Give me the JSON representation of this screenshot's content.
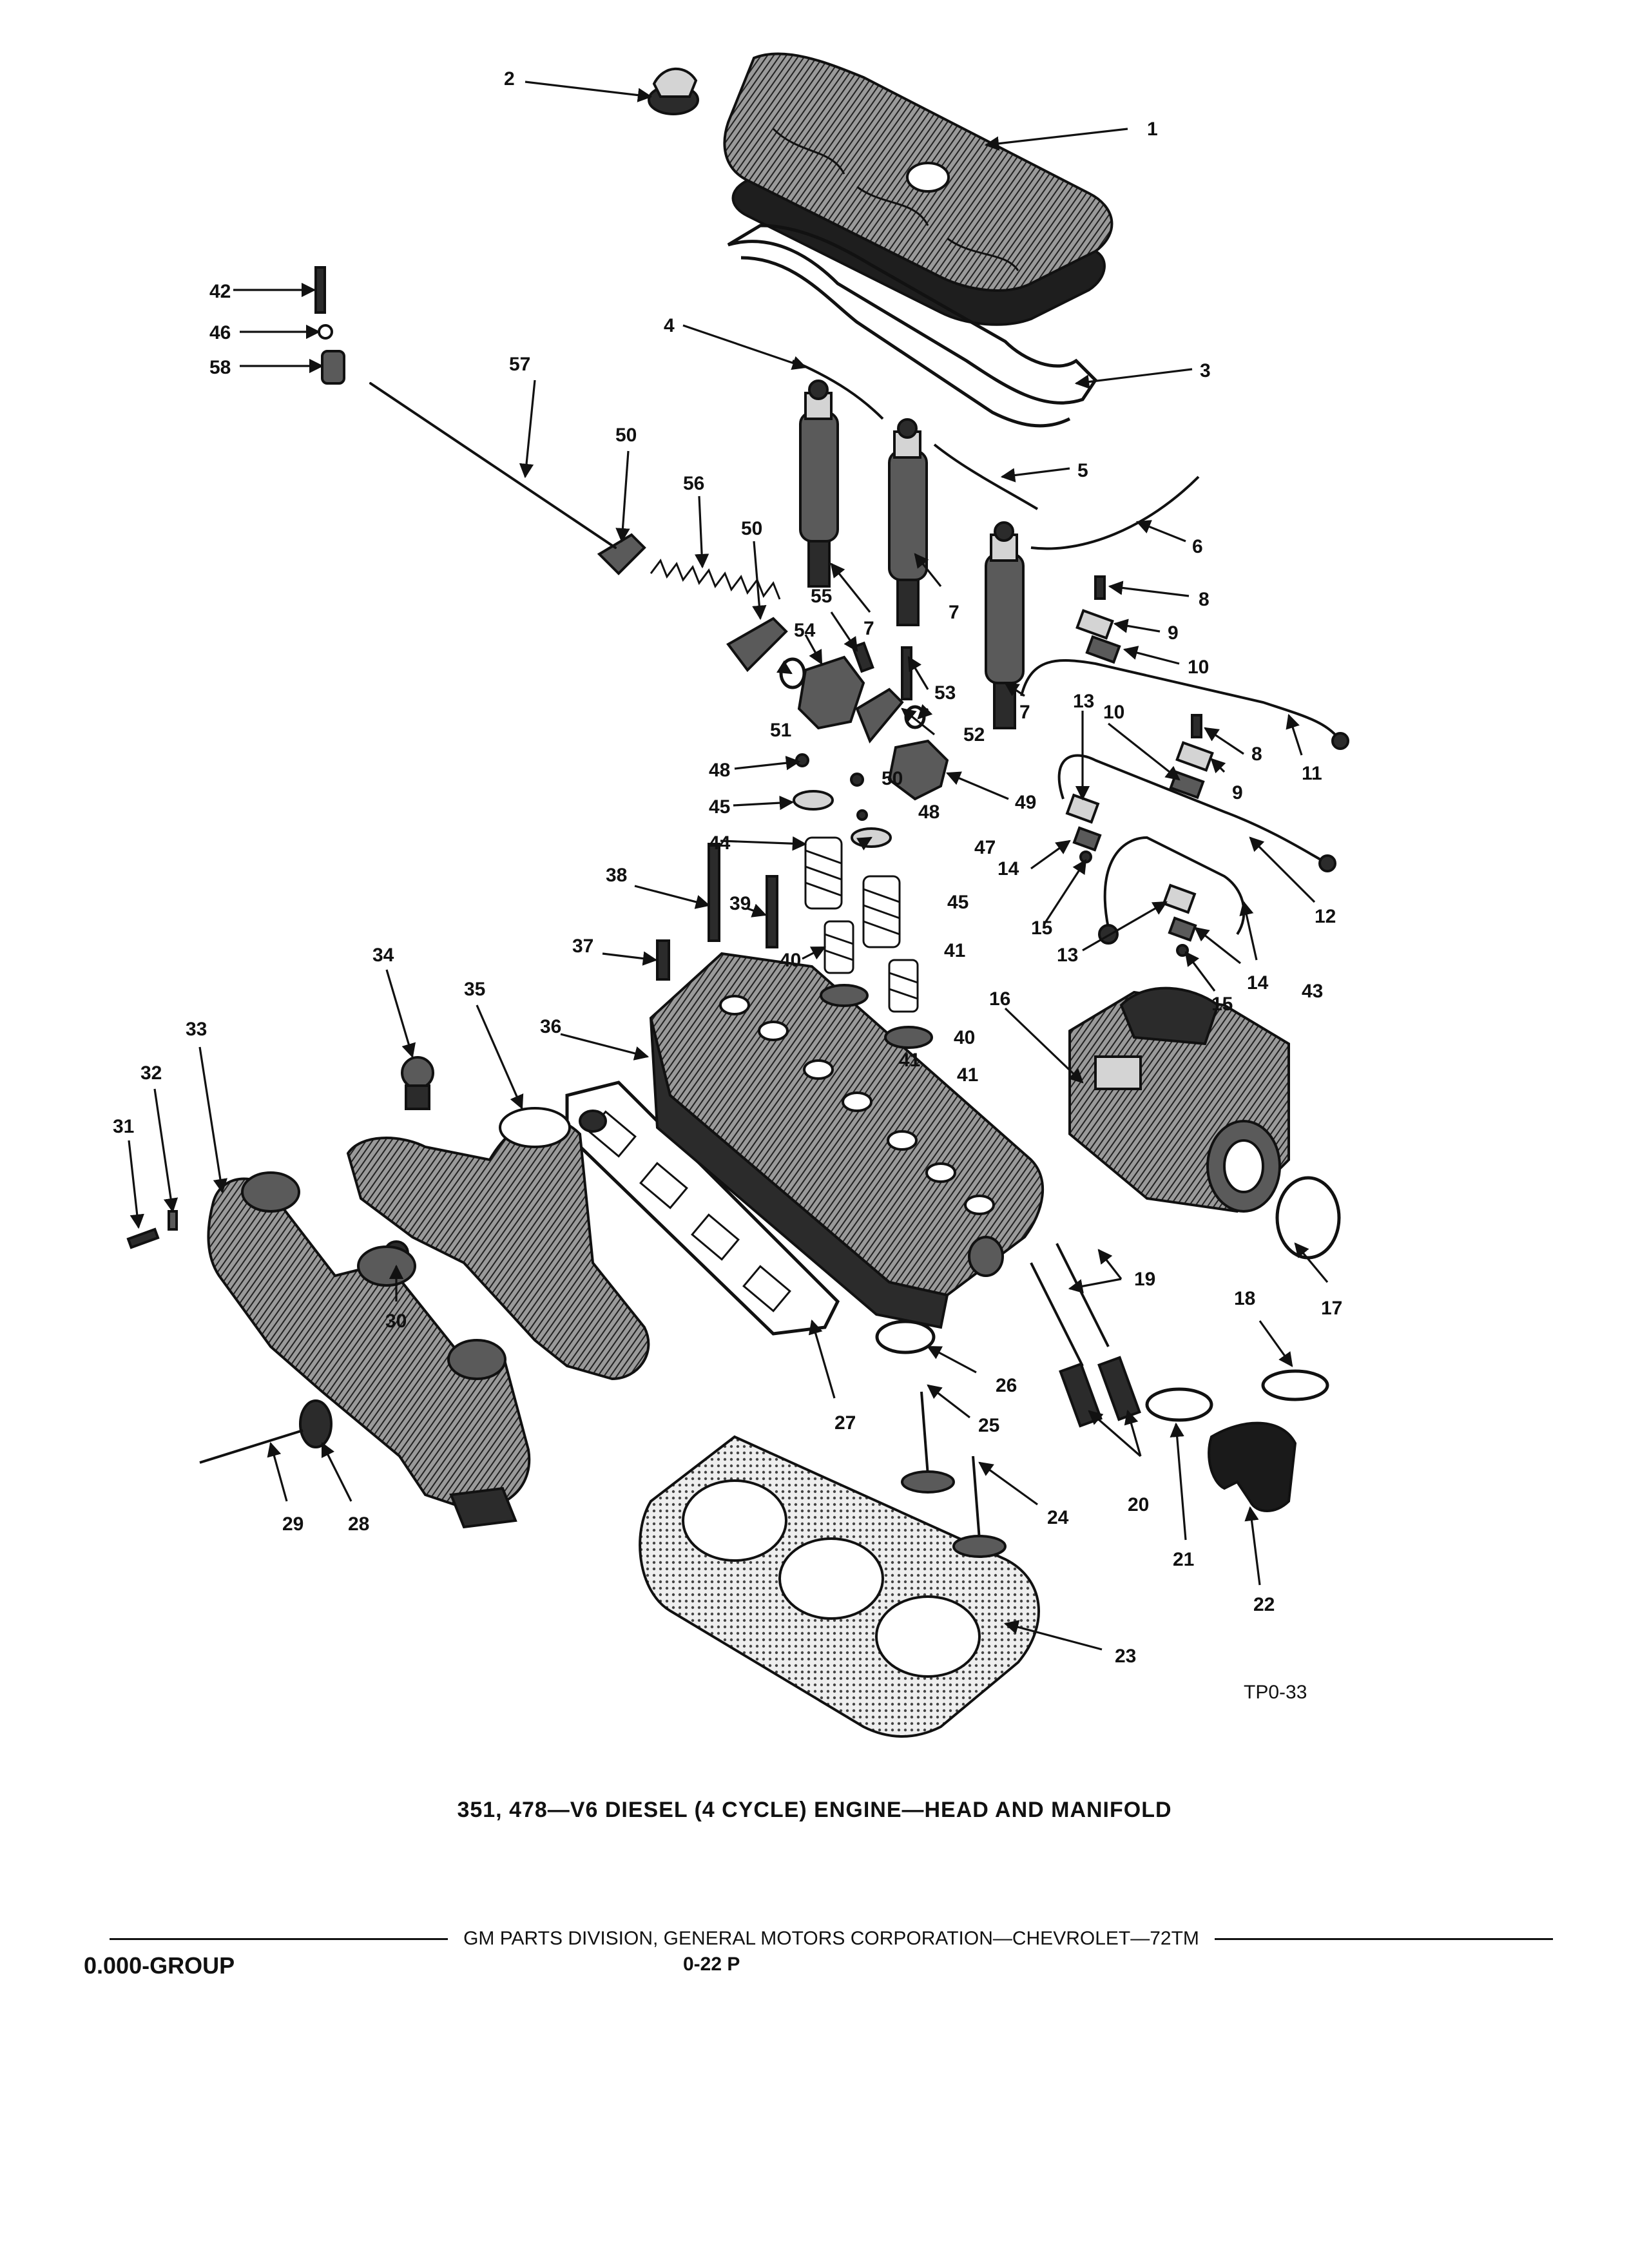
{
  "figure": {
    "code": "TP0-33",
    "caption": "351, 478—V6 DIESEL (4 CYCLE) ENGINE—HEAD AND MANIFOLD"
  },
  "footer": {
    "source_line": "GM PARTS DIVISION, GENERAL MOTORS CORPORATION—CHEVROLET—72TM",
    "group": "0.000-GROUP",
    "page": "0-22 P"
  },
  "callouts": [
    "1",
    "2",
    "3",
    "4",
    "5",
    "6",
    "7",
    "8",
    "9",
    "10",
    "11",
    "12",
    "13",
    "14",
    "15",
    "16",
    "17",
    "18",
    "19",
    "20",
    "21",
    "22",
    "23",
    "24",
    "25",
    "26",
    "27",
    "28",
    "29",
    "30",
    "31",
    "32",
    "33",
    "34",
    "35",
    "36",
    "37",
    "38",
    "39",
    "40",
    "41",
    "42",
    "43",
    "44",
    "45",
    "46",
    "47",
    "48",
    "49",
    "50",
    "51",
    "52",
    "53",
    "54",
    "55",
    "56",
    "57",
    "58"
  ],
  "extra_labels": [
    "7",
    "7",
    "8",
    "9",
    "10",
    "13",
    "14",
    "15",
    "40",
    "41",
    "45",
    "48",
    "50",
    "50"
  ]
}
